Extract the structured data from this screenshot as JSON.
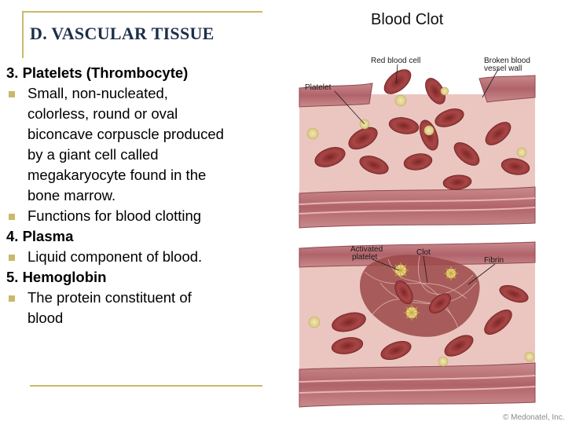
{
  "slide": {
    "title": "D. VASCULAR TISSUE",
    "sections": [
      {
        "heading": "3. Platelets (Thrombocyte)",
        "bullets": [
          [
            "Small, non-nucleated,",
            "colorless, round or oval",
            "biconcave corpuscle produced",
            "by a giant cell called",
            "megakaryocyte found in the",
            "bone marrow."
          ],
          [
            "Functions for blood clotting"
          ]
        ]
      },
      {
        "heading": "4. Plasma",
        "bullets": [
          [
            "Liquid component of blood."
          ]
        ]
      },
      {
        "heading": "5. Hemoglobin",
        "bullets": [
          [
            "The protein constituent of",
            "blood"
          ]
        ]
      }
    ]
  },
  "illustration": {
    "title": "Blood Clot",
    "labels": {
      "red_blood_cell": "Red blood cell",
      "broken_wall_1": "Broken blood",
      "broken_wall_2": "vessel wall",
      "platelet": "Platelet",
      "activated_1": "Activated",
      "activated_2": "platelet",
      "clot": "Clot",
      "fibrin": "Fibrin"
    },
    "watermark": "© Medonatel, Inc."
  },
  "colors": {
    "accent": "#c9b96a",
    "title_navy": "#1d2e4a",
    "rbc": "#9b3a3a",
    "vessel_wall": "#b86a6e",
    "lumen": "#e9c2bc",
    "platelet": "#e6d9a0"
  }
}
